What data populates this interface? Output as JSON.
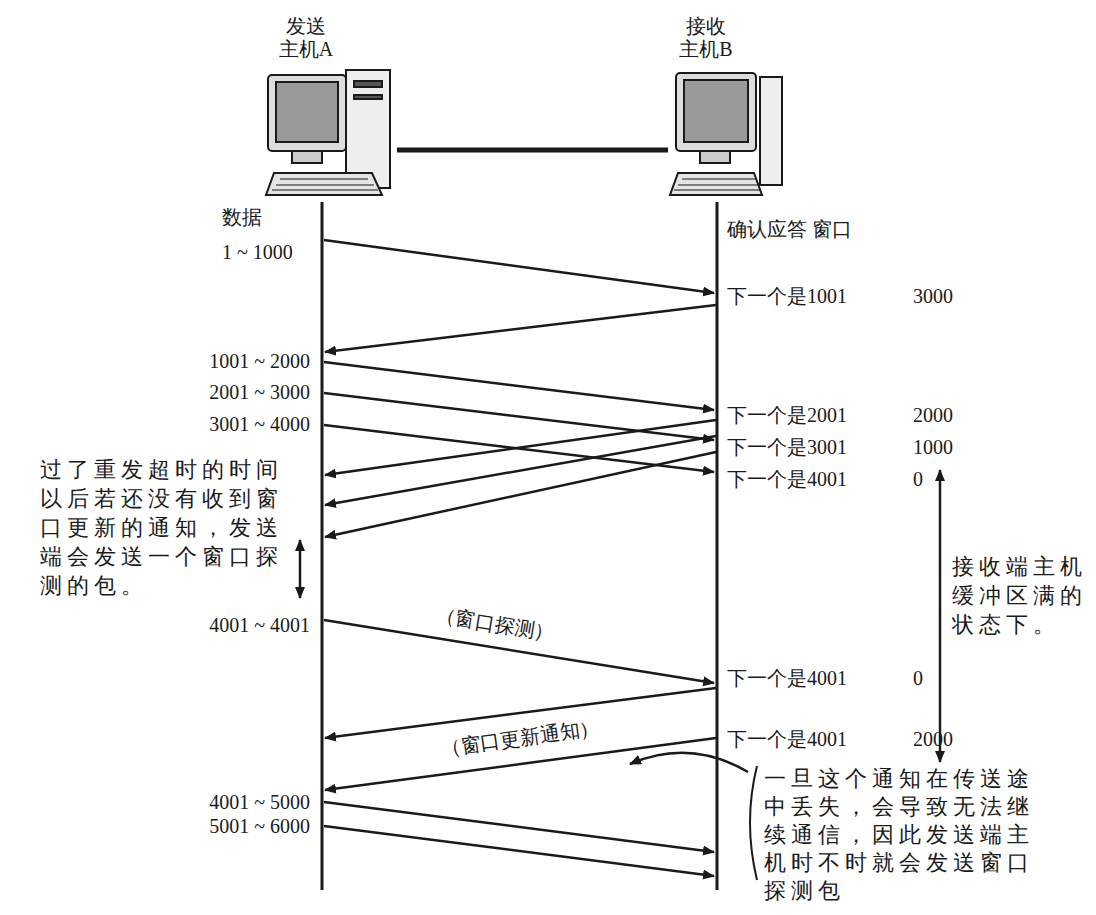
{
  "diagram": {
    "nodes": [
      {
        "text": [
          "发送 主机A"
        ]
      },
      {
        "text": [
          "接收 主机B"
        ]
      }
    ],
    "edges": [
      {
        "from": 0,
        "to": 1,
        "arrow": "none"
      }
    ],
    "labels": [
      "数据",
      "1 ~ 1000",
      "1001 ~ 2000",
      "2001 ~ 3000",
      "3001 ~ 4000",
      "过了重发超时的时间以后若还没有收到窗口更新的通知，发送端会发送一个窗口探测的包。",
      "4001 ~ 4001",
      "4001 ~ 5000",
      "5001 ~ 6000",
      "确认应答 窗口",
      "下一个是1001",
      "3000",
      "下一个是2001",
      "2000",
      "下一个是3001",
      "1000",
      "下一个是4001",
      "0",
      "（窗口探测）",
      "下一个是4001",
      "0",
      "（窗口更新通知）",
      "下一个是4001",
      "2000",
      "接收端主机缓冲区满的状态下。",
      "一旦这个通知在传送途中丢失，会导致无法继续通信，因此发送端主机时不时就会发送窗口探测包"
    ]
  }
}
